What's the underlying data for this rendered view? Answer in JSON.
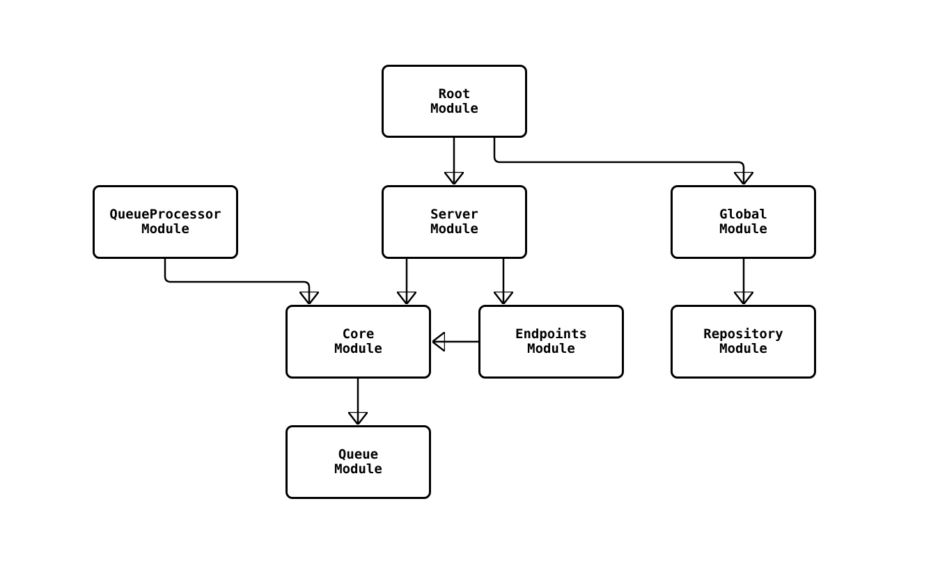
{
  "diagram": {
    "type": "flowchart",
    "direction": "top-down",
    "colors": {
      "background": "#ffffff",
      "node_fill": "#ffffff",
      "node_stroke": "#000000",
      "edge_stroke": "#000000",
      "text": "#000000"
    },
    "nodes": [
      {
        "id": "root",
        "label": "Root\nModule"
      },
      {
        "id": "queueprocessor",
        "label": "QueueProcessor\nModule"
      },
      {
        "id": "server",
        "label": "Server\nModule"
      },
      {
        "id": "global",
        "label": "Global\nModule"
      },
      {
        "id": "core",
        "label": "Core\nModule"
      },
      {
        "id": "endpoints",
        "label": "Endpoints\nModule"
      },
      {
        "id": "repository",
        "label": "Repository\nModule"
      },
      {
        "id": "queue",
        "label": "Queue\nModule"
      }
    ],
    "edges": [
      {
        "from": "Root Module",
        "to": "Server Module"
      },
      {
        "from": "Root Module",
        "to": "Global Module"
      },
      {
        "from": "QueueProcessor Module",
        "to": "Core Module"
      },
      {
        "from": "Server Module",
        "to": "Core Module"
      },
      {
        "from": "Server Module",
        "to": "Endpoints Module"
      },
      {
        "from": "Endpoints Module",
        "to": "Core Module"
      },
      {
        "from": "Global Module",
        "to": "Repository Module"
      },
      {
        "from": "Core Module",
        "to": "Queue Module"
      }
    ]
  }
}
